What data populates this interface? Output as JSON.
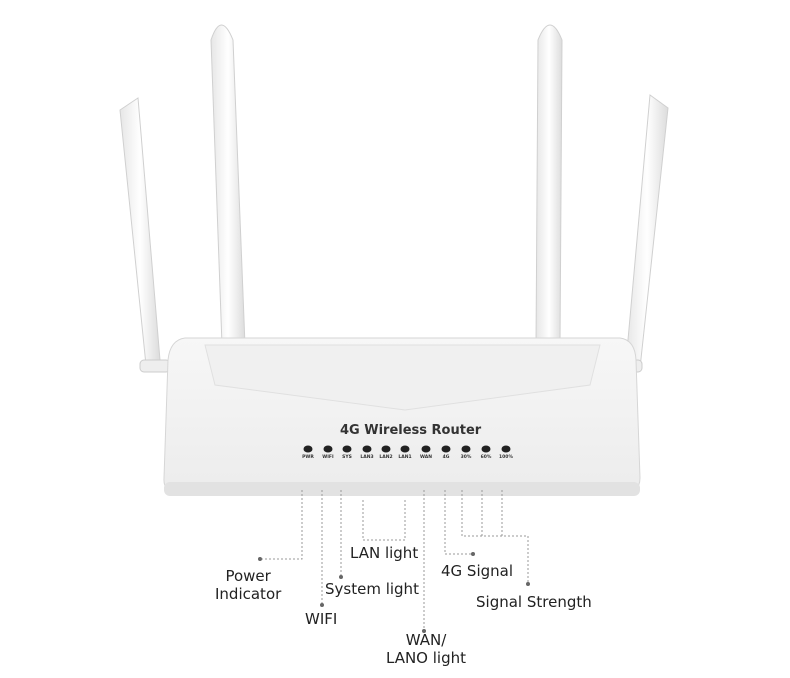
{
  "router": {
    "title": "4G Wireless Router",
    "leds": [
      "PWR",
      "WIFI",
      "SYS",
      "LAN3",
      "LAN2",
      "LAN1",
      "WAN",
      "4G",
      "30%",
      "60%",
      "100%"
    ]
  },
  "callouts": {
    "power": [
      "Power",
      "Indicator"
    ],
    "wifi": "WIFI",
    "system": "System light",
    "lan": "LAN light",
    "wan": [
      "WAN/",
      "LANO light"
    ],
    "signal_4g": "4G Signal",
    "signal_strength": "Signal Strength"
  }
}
